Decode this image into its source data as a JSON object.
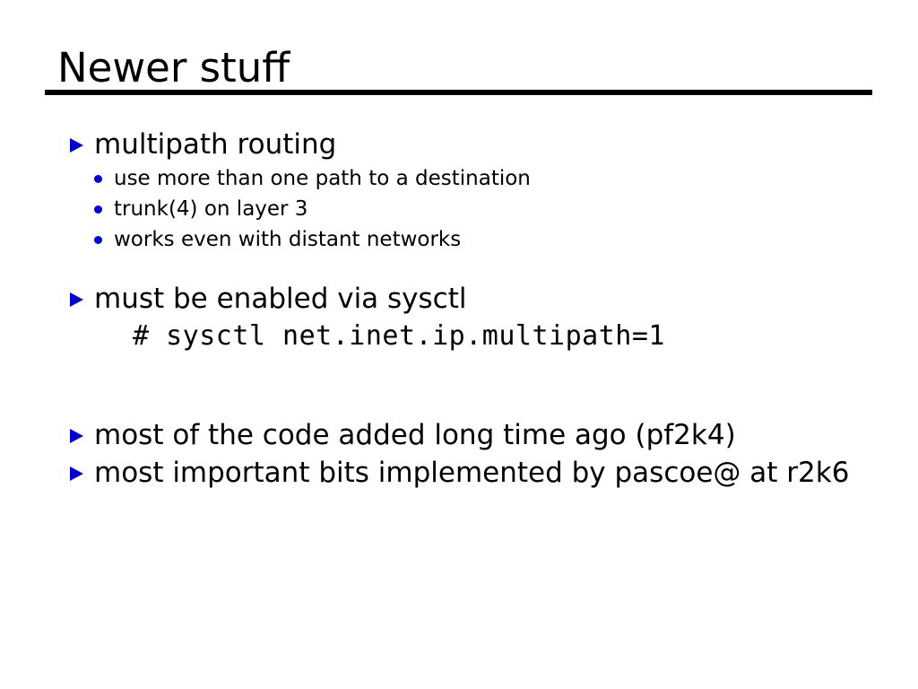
{
  "slide": {
    "title": "Newer stuff",
    "theme": {
      "background": "#ffffff",
      "text_color": "#000000",
      "bullet_color": "#0000cc",
      "rule_color": "#000000"
    },
    "content": [
      {
        "level": 1,
        "marker": "triangle-bullet-icon",
        "text": "multipath routing"
      },
      {
        "level": 2,
        "marker": "dot-bullet-icon",
        "text": "use more than one path to a destination"
      },
      {
        "level": 2,
        "marker": "dot-bullet-icon",
        "text": "trunk(4) on layer 3"
      },
      {
        "level": 2,
        "marker": "dot-bullet-icon",
        "text": "works even with distant networks"
      },
      {
        "level": 1,
        "marker": "triangle-bullet-icon",
        "text": "must be enabled via sysctl"
      },
      {
        "level": 0,
        "marker": "none",
        "text": "# sysctl net.inet.ip.multipath=1",
        "style": "code"
      },
      {
        "level": 1,
        "marker": "triangle-bullet-icon",
        "text": "most of the code added long time ago (pf2k4)"
      },
      {
        "level": 1,
        "marker": "triangle-bullet-icon",
        "text": "most important bits implemented by pascoe@ at r2k6"
      }
    ]
  }
}
